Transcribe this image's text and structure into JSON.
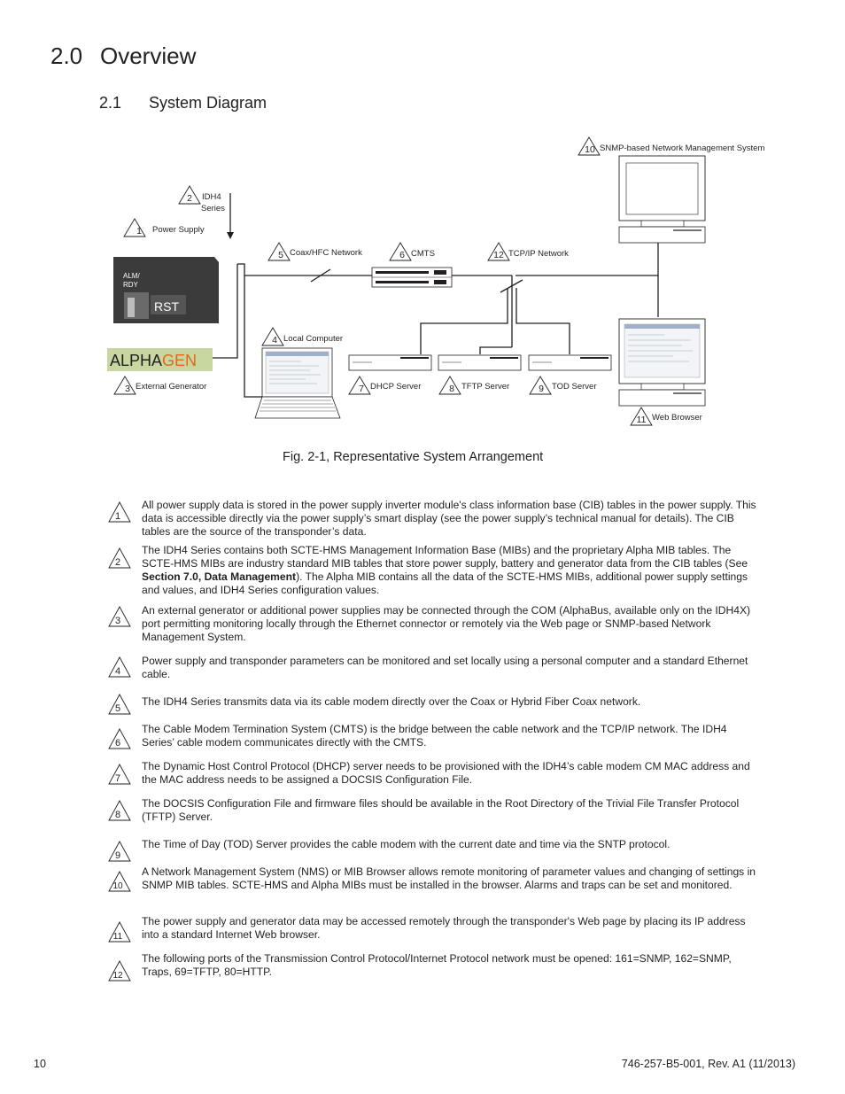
{
  "page": {
    "section_number": "2.0",
    "section_title": "Overview",
    "subsection_number": "2.1",
    "subsection_title": "System Diagram",
    "figure_caption": "Fig. 2-1, Representative System Arrangement",
    "page_number": "10",
    "doc_id": "746-257-B5-001, Rev. A1 (11/2013)"
  },
  "diagram": {
    "device_text": {
      "alm": "ALM/",
      "rdy": "RDY",
      "rst": "RST"
    },
    "logo": {
      "part1": "ALPHA",
      "part2": "GEN"
    },
    "callouts": [
      {
        "num": "1",
        "label": "Power Supply"
      },
      {
        "num": "2",
        "label": "IDH4",
        "label2": "Series"
      },
      {
        "num": "3",
        "label": "External Generator"
      },
      {
        "num": "4",
        "label": "Local Computer"
      },
      {
        "num": "5",
        "label": "Coax/HFC Network"
      },
      {
        "num": "6",
        "label": "CMTS"
      },
      {
        "num": "7",
        "label": "DHCP Server"
      },
      {
        "num": "8",
        "label": "TFTP Server"
      },
      {
        "num": "9",
        "label": "TOD Server"
      },
      {
        "num": "10",
        "label": "SNMP-based Network Management System"
      },
      {
        "num": "11",
        "label": "Web Browser"
      },
      {
        "num": "12",
        "label": "TCP/IP Network"
      }
    ]
  },
  "notes": [
    {
      "num": "1",
      "text": "All power supply data is stored in the power supply inverter module's class information base (CIB) tables in the power supply. This data is accessible directly via the power supply’s smart display (see the power supply’s technical manual for details). The CIB tables are the source of the transponder’s data."
    },
    {
      "num": "2",
      "pre": "The IDH4 Series contains both SCTE-HMS Management Information Base (MIBs) and the proprietary Alpha MIB tables. The SCTE-HMS MIBs are industry standard MIB tables that store power supply, battery and generator data from the CIB tables (See ",
      "bold": "Section 7.0, Data Management",
      "post": "). The Alpha MIB contains all the data of the SCTE-HMS MIBs, additional power supply settings and values, and IDH4 Series configuration values."
    },
    {
      "num": "3",
      "text": "An external generator or additional power supplies may be connected through the COM (AlphaBus, available only on the IDH4X) port permitting monitoring locally through the Ethernet connector or remotely via the Web page or SNMP-based Network Management System."
    },
    {
      "num": "4",
      "text": "Power supply and transponder parameters can be monitored and set locally using a personal computer and a standard Ethernet cable."
    },
    {
      "num": "5",
      "text": "The IDH4 Series transmits data via its cable modem directly over the Coax or Hybrid Fiber Coax network."
    },
    {
      "num": "6",
      "text": "The Cable Modem Termination System (CMTS) is the bridge between the cable network and the TCP/IP network. The IDH4 Series’ cable modem communicates directly with the CMTS."
    },
    {
      "num": "7",
      "text": "The Dynamic Host Control Protocol (DHCP) server needs to be provisioned with the IDH4’s cable modem CM MAC address and the MAC address needs to be assigned a DOCSIS Configuration File."
    },
    {
      "num": "8",
      "text": "The DOCSIS Configuration File and firmware files should be available in the Root Directory of the Trivial File Transfer Protocol (TFTP) Server."
    },
    {
      "num": "9",
      "text": "The Time of Day (TOD) Server provides the cable modem with the current date and time via the SNTP protocol."
    },
    {
      "num": "10",
      "text": "A Network Management System (NMS) or MIB Browser allows remote monitoring of parameter values and changing of settings in SNMP MIB tables. SCTE-HMS and Alpha MIBs must be installed in the browser. Alarms and traps can be set and monitored."
    },
    {
      "num": "11",
      "text": "The power supply and generator data may be accessed remotely through the transponder's Web page by placing its IP address into a standard Internet Web browser."
    },
    {
      "num": "12",
      "text": "The following ports of the Transmission Control Protocol/Internet Protocol network must be opened: 161=SNMP, 162=SNMP, Traps, 69=TFTP, 80=HTTP."
    }
  ]
}
